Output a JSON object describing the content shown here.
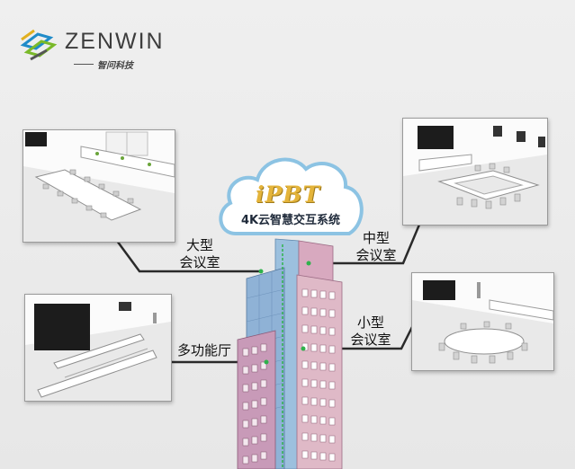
{
  "brand": {
    "name": "ZENWIN",
    "sub_name": "智问科技",
    "logo_colors": [
      "#1f8bc9",
      "#7ab929",
      "#e1b01f",
      "#555555"
    ]
  },
  "cloud": {
    "logo_text": "iPBT",
    "title": "4K云智慧交互系统",
    "accent_color": "#e4b43a"
  },
  "rooms": {
    "large": {
      "label_line1": "大型",
      "label_line2": "会议室"
    },
    "medium": {
      "label_line1": "中型",
      "label_line2": "会议室"
    },
    "small": {
      "label_line1": "小型",
      "label_line2": "会议室"
    },
    "multi": {
      "label": "多功能厅"
    }
  },
  "colors": {
    "wire": "#2a2a2a",
    "tower_blue": "#8fb2d6",
    "tower_pink": "#c89ab8",
    "tower_pink_light": "#dfb9c7",
    "screen": "#1c1c1c"
  }
}
